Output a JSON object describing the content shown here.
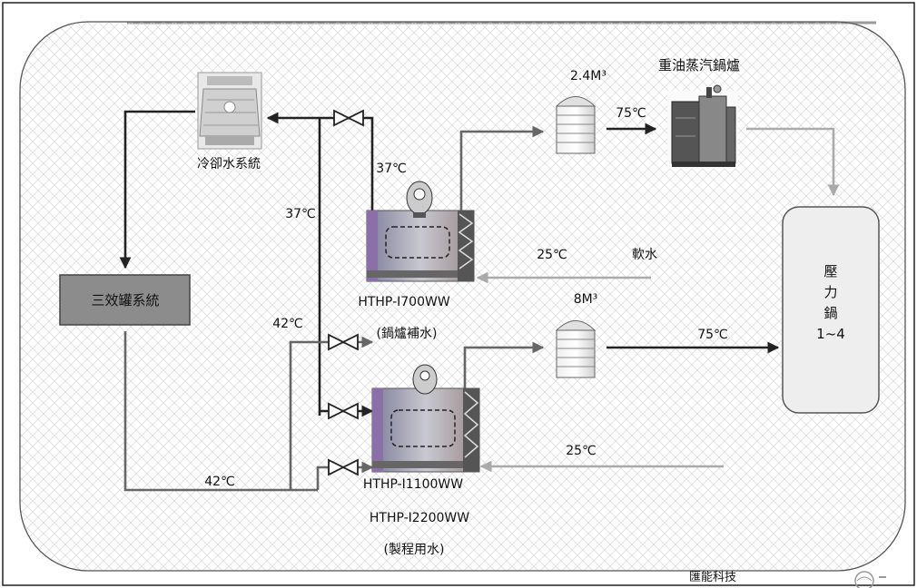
{
  "labels": {
    "cooling_system": "冷卻水系統",
    "triple_effect": "三效罐系統",
    "heavy_oil_boiler": "重油蒸汽鍋爐",
    "tank_top": "2.4M³",
    "tank_bottom": "8M³",
    "soft_water": "軟水",
    "pressure_vessel": [
      "壓",
      "力",
      "鍋",
      "1~4"
    ],
    "hthp_top_model": "HTHP-I700WW",
    "hthp_top_note": "(鍋爐補水)",
    "hthp_bottom_model_1": "HTHP-I1100WW",
    "hthp_bottom_model_2": "HTHP-I2200WW",
    "hthp_bottom_note": "(製程用水)",
    "company": "匯能科技"
  },
  "temps": {
    "t37_top": "37℃",
    "t37_left": "37℃",
    "t42_mid": "42℃",
    "t42_bottom": "42℃",
    "t75_top": "75℃",
    "t75_mid": "75℃",
    "t25_top": "25℃",
    "t25_bottom": "25℃"
  },
  "colors": {
    "dark_line": "#222222",
    "mid_line": "#666666",
    "light_line": "#aaaaaa",
    "box_fill": "#8c8c8c"
  }
}
